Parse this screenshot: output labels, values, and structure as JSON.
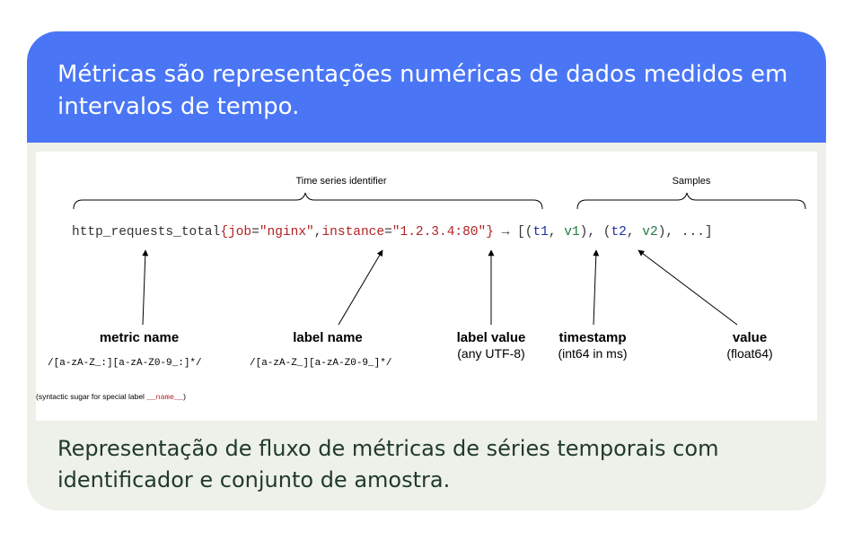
{
  "header": {
    "text": "Métricas são representações numéricas de dados medidos em intervalos de tempo."
  },
  "diagram": {
    "identifier_label": "Time series identifier",
    "samples_label": "Samples",
    "expression": {
      "metric": "http_requests_total",
      "open_brace": "{",
      "label1_name": "job",
      "eq1": "=",
      "label1_value": "\"nginx\"",
      "comma": ",",
      "label2_name": "instance",
      "eq2": "=",
      "label2_value": "\"1.2.3.4:80\"",
      "close_brace": "}",
      "arrow": " → ",
      "samples_open": "[(",
      "t1": "t1",
      "sep1": ", ",
      "v1": "v1",
      "mid": "), (",
      "t2": "t2",
      "sep2": ", ",
      "v2": "v2",
      "samples_close": "), ...]"
    },
    "metric_name": {
      "title": "metric name",
      "regex": "/[a-zA-Z_:][a-zA-Z0-9_:]*/"
    },
    "label_name": {
      "title": "label name",
      "regex": "/[a-zA-Z_][a-zA-Z0-9_]*/"
    },
    "label_value": {
      "title": "label value",
      "note": "(any UTF-8)"
    },
    "timestamp": {
      "title": "timestamp",
      "note": "(int64 in ms)"
    },
    "value": {
      "title": "value",
      "note": "(float64)"
    },
    "sugar_note": {
      "prefix": "(syntactic sugar for special label ",
      "name": "__name__",
      "suffix": ")"
    }
  },
  "footer": {
    "text": "Representação de fluxo de métricas de séries temporais com identificador e conjunto de amostra."
  },
  "colors": {
    "header_bg": "#4a76f5",
    "card_bg": "#eef0ea",
    "footer_text": "#1f3a28",
    "label_red": "#b22222",
    "timestamp_blue": "#1f2fa8",
    "value_green": "#1f7a3f"
  }
}
